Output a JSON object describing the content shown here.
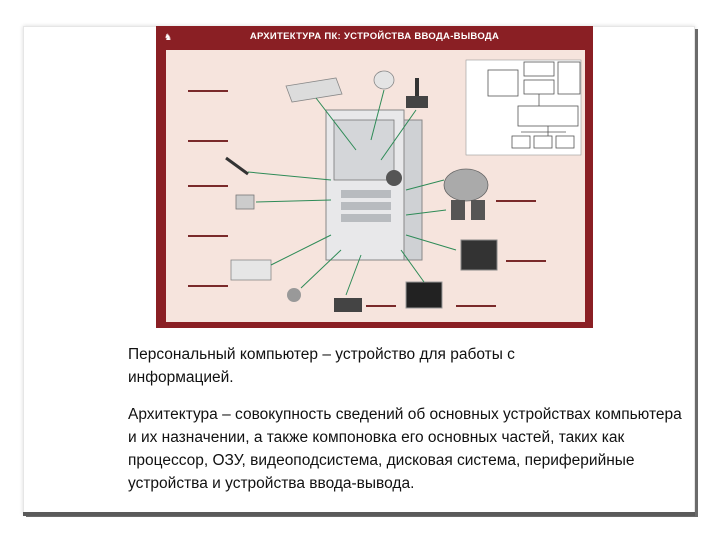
{
  "poster": {
    "title": "АРХИТЕКТУРА ПК: УСТРОЙСТВА ВВОДА-ВЫВОДА"
  },
  "paragraph1": {
    "term": "Персональный компьютер",
    "definition": " – устройство для работы с информацией."
  },
  "paragraph2": {
    "term": "Архитектура",
    "definition": " – совокупность сведений об основных устройствах компьютера и их назначении, а также компоновка его основных частей, таких как процессор, ОЗУ, видеоподсистема, дисковая система, периферийные устройства и устройства ввода-вывода."
  },
  "colors": {
    "poster_border": "#8a1f24",
    "poster_bg": "#f6e4dd",
    "frame_shadow": "#5a5a5a"
  }
}
